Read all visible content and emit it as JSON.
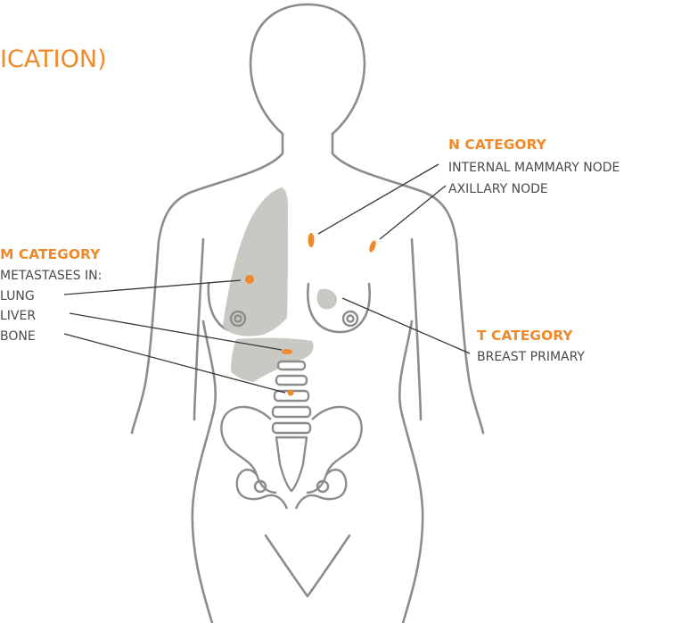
{
  "title_fragment": "ICATION)",
  "colors": {
    "accent": "#ef8a2c",
    "outline": "#8c8c8c",
    "organ_fill": "#c9c8c2",
    "text": "#4a4a4a"
  },
  "n_category": {
    "heading": "N CATEGORY",
    "items": [
      "INTERNAL MAMMARY NODE",
      "AXILLARY NODE"
    ]
  },
  "m_category": {
    "heading": "M CATEGORY",
    "intro": "METASTASES IN:",
    "items": [
      "LUNG",
      "LIVER",
      "BONE"
    ]
  },
  "t_category": {
    "heading": "T CATEGORY",
    "items": [
      "BREAST PRIMARY"
    ]
  }
}
